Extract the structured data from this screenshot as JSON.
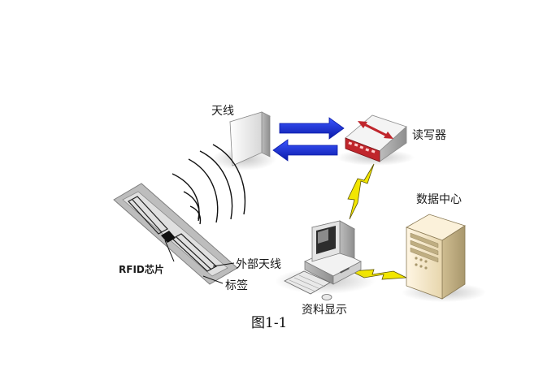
{
  "labels": {
    "antenna": "天线",
    "reader": "读写器",
    "data_center": "数据中心",
    "rfid_chip": "RFID芯片",
    "external_antenna": "外部天线",
    "tag": "标签",
    "data_display": "资料显示"
  },
  "caption": "图1-1",
  "colors": {
    "arrow_blue": "#1a2fd0",
    "reader_red": "#c0262c",
    "lightning_yellow": "#f2e600",
    "tag_gray": "#bdbdbd"
  },
  "icons": [
    "antenna-panel-icon",
    "reader-device-icon",
    "server-tower-icon",
    "computer-terminal-icon",
    "rfid-tag-icon",
    "lightning-bolt-icon",
    "radio-wave-icon"
  ]
}
